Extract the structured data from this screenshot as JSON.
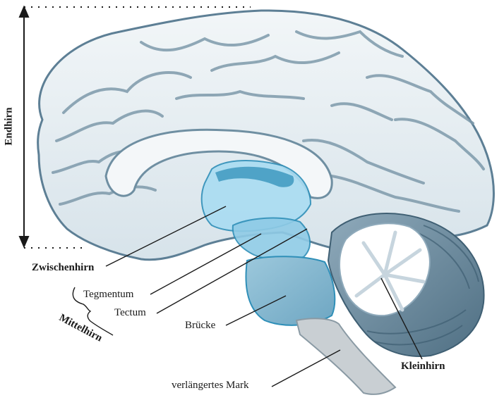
{
  "labels": {
    "endhirn": "Endhirn",
    "zwischenhirn": "Zwischenhirn",
    "tegmentum": "Tegmentum",
    "tectum": "Tectum",
    "mittelhirn": "Mittelhirn",
    "bruecke": "Brücke",
    "kleinhirn": "Kleinhirn",
    "verlaengertes_mark": "verlängertes Mark"
  },
  "colors": {
    "cortex_light": "#e9f0f4",
    "cortex_shade": "#9fb8c7",
    "cortex_dark": "#5d7f95",
    "highlight_blue": "#a9dcf2",
    "highlight_deep": "#2f8fb8",
    "pons_fill": "#7fb2cc",
    "medulla_fill": "#c9cfd3",
    "cerebellum_dark": "#6f8fa2",
    "line": "#1a1a1a"
  }
}
